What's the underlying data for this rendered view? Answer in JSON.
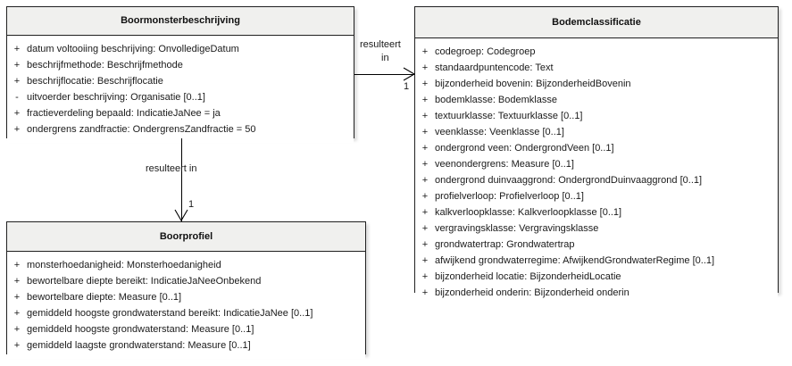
{
  "diagram": {
    "type": "uml-class-diagram",
    "background_color": "#ffffff",
    "line_color": "#000000",
    "class_header_color": "#f0f0ee",
    "class_body_color": "#ffffff",
    "border_color": "#202020"
  },
  "classes": [
    {
      "id": "boormonsterbeschrijving",
      "name": "Boormonsterbeschrijving",
      "attributes": [
        {
          "visibility": "+",
          "text": "datum voltooiing beschrijving: OnvolledigeDatum"
        },
        {
          "visibility": "+",
          "text": "beschrijfmethode: Beschrijfmethode"
        },
        {
          "visibility": "+",
          "text": "beschrijflocatie: Beschrijflocatie"
        },
        {
          "visibility": "-",
          "text": "uitvoerder beschrijving: Organisatie [0..1]"
        },
        {
          "visibility": "+",
          "text": "fractieverdeling bepaald: IndicatieJaNee = ja"
        },
        {
          "visibility": "+",
          "text": "ondergrens zandfractie: OndergrensZandfractie = 50"
        }
      ]
    },
    {
      "id": "bodemclassificatie",
      "name": "Bodemclassificatie",
      "attributes": [
        {
          "visibility": "+",
          "text": "codegroep: Codegroep"
        },
        {
          "visibility": "+",
          "text": "standaardpuntencode: Text"
        },
        {
          "visibility": "+",
          "text": "bijzonderheid bovenin: BijzonderheidBovenin"
        },
        {
          "visibility": "+",
          "text": "bodemklasse: Bodemklasse"
        },
        {
          "visibility": "+",
          "text": "textuurklasse: Textuurklasse [0..1]"
        },
        {
          "visibility": "+",
          "text": "veenklasse: Veenklasse [0..1]"
        },
        {
          "visibility": "+",
          "text": "ondergrond veen: OndergrondVeen [0..1]"
        },
        {
          "visibility": "+",
          "text": "veenondergrens: Measure [0..1]"
        },
        {
          "visibility": "+",
          "text": "ondergrond duinvaaggrond: OndergrondDuinvaaggrond [0..1]"
        },
        {
          "visibility": "+",
          "text": "profielverloop: Profielverloop [0..1]"
        },
        {
          "visibility": "+",
          "text": "kalkverloopklasse: Kalkverloopklasse [0..1]"
        },
        {
          "visibility": "+",
          "text": "vergravingsklasse: Vergravingsklasse"
        },
        {
          "visibility": "+",
          "text": "grondwatertrap: Grondwatertrap"
        },
        {
          "visibility": "+",
          "text": "afwijkend grondwaterregime: AfwijkendGrondwaterRegime [0..1]"
        },
        {
          "visibility": "+",
          "text": "bijzonderheid locatie: BijzonderheidLocatie"
        },
        {
          "visibility": "+",
          "text": "bijzonderheid onderin: Bijzonderheid onderin"
        }
      ]
    },
    {
      "id": "boorprofiel",
      "name": "Boorprofiel",
      "attributes": [
        {
          "visibility": "+",
          "text": "monsterhoedanigheid: Monsterhoedanigheid"
        },
        {
          "visibility": "+",
          "text": "bewortelbare diepte bereikt: IndicatieJaNeeOnbekend"
        },
        {
          "visibility": "+",
          "text": "bewortelbare diepte: Measure [0..1]"
        },
        {
          "visibility": "+",
          "text": "gemiddeld hoogste grondwaterstand bereikt: IndicatieJaNee [0..1]"
        },
        {
          "visibility": "+",
          "text": "gemiddeld hoogste grondwaterstand: Measure [0..1]"
        },
        {
          "visibility": "+",
          "text": "gemiddeld laagste grondwaterstand: Measure [0..1]"
        }
      ]
    }
  ],
  "connectors": [
    {
      "id": "conn-to-bodemclassificatie",
      "from": "boormonsterbeschrijving",
      "to": "bodemclassificatie",
      "label_line1": "resulteert",
      "label_line2": "in",
      "multiplicity": "1"
    },
    {
      "id": "conn-to-boorprofiel",
      "from": "boormonsterbeschrijving",
      "to": "boorprofiel",
      "label_line1": "resulteert in",
      "label_line2": "",
      "multiplicity": "1"
    }
  ]
}
